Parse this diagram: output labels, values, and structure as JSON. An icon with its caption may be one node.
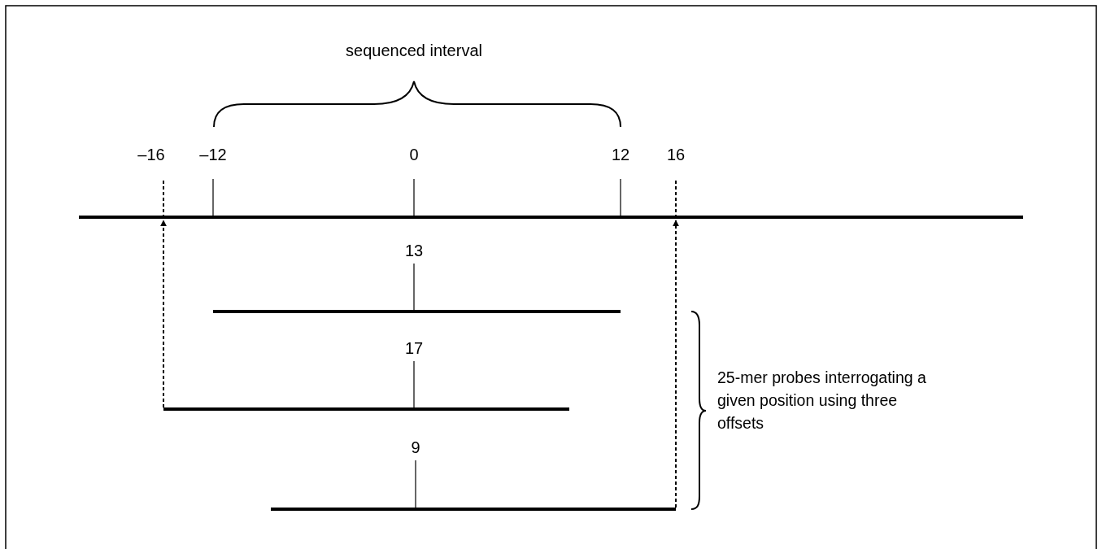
{
  "diagram": {
    "nodes": [
      {
        "text": [],
        "shape": "bar"
      },
      {
        "text": [],
        "shape": "bar"
      },
      {
        "text": [],
        "shape": "bar"
      },
      {
        "text": [],
        "shape": "bar"
      },
      {
        "text": [
          "13"
        ]
      },
      {
        "text": [
          "17"
        ]
      },
      {
        "text": [
          "9"
        ]
      }
    ],
    "edges": [
      {
        "from": 2,
        "to": 0,
        "arrow": "to",
        "style": "dashed"
      },
      {
        "from": 3,
        "to": 0,
        "arrow": "to",
        "style": "dashed"
      },
      {
        "from": 4,
        "to": 1,
        "arrow": "none"
      },
      {
        "from": 5,
        "to": 2,
        "arrow": "none"
      },
      {
        "from": 6,
        "to": 3,
        "arrow": "none"
      }
    ],
    "labels": [
      "sequenced interval",
      "–16",
      "–12",
      "0",
      "12",
      "16",
      "25-mer probes interrogating a given position using three offsets"
    ]
  }
}
